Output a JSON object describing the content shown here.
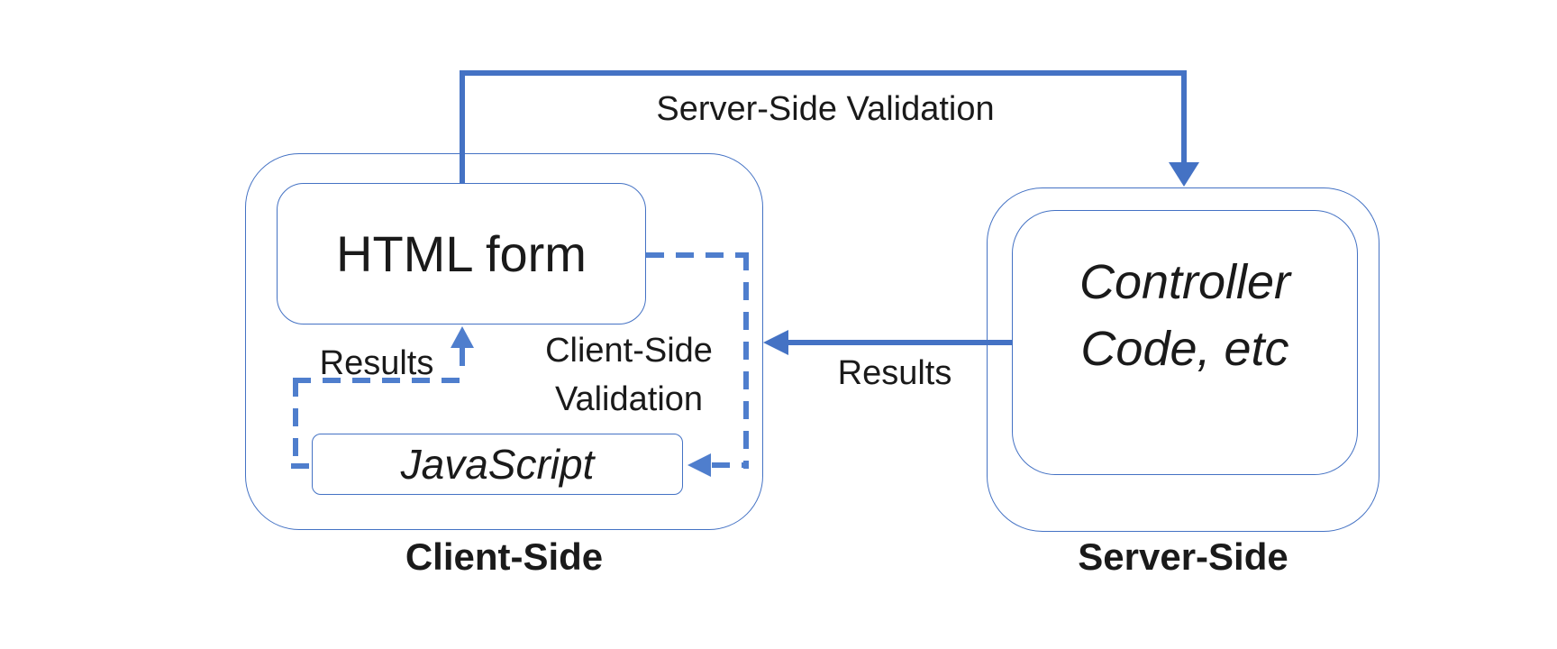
{
  "colors": {
    "background": "#ffffff",
    "accent": "#4472C4",
    "accent_dashed": "#4f7ecd",
    "text": "#1a1a1a"
  },
  "client": {
    "box_label": "Client-Side",
    "html_form_label": "HTML form",
    "javascript_label": "JavaScript",
    "results_label": "Results",
    "validation_label_line1": "Client-Side",
    "validation_label_line2": "Validation"
  },
  "server": {
    "box_label": "Server-Side",
    "controller_line1": "Controller",
    "controller_line2": "Code, etc",
    "results_label": "Results",
    "top_arrow_label": "Server-Side Validation"
  }
}
